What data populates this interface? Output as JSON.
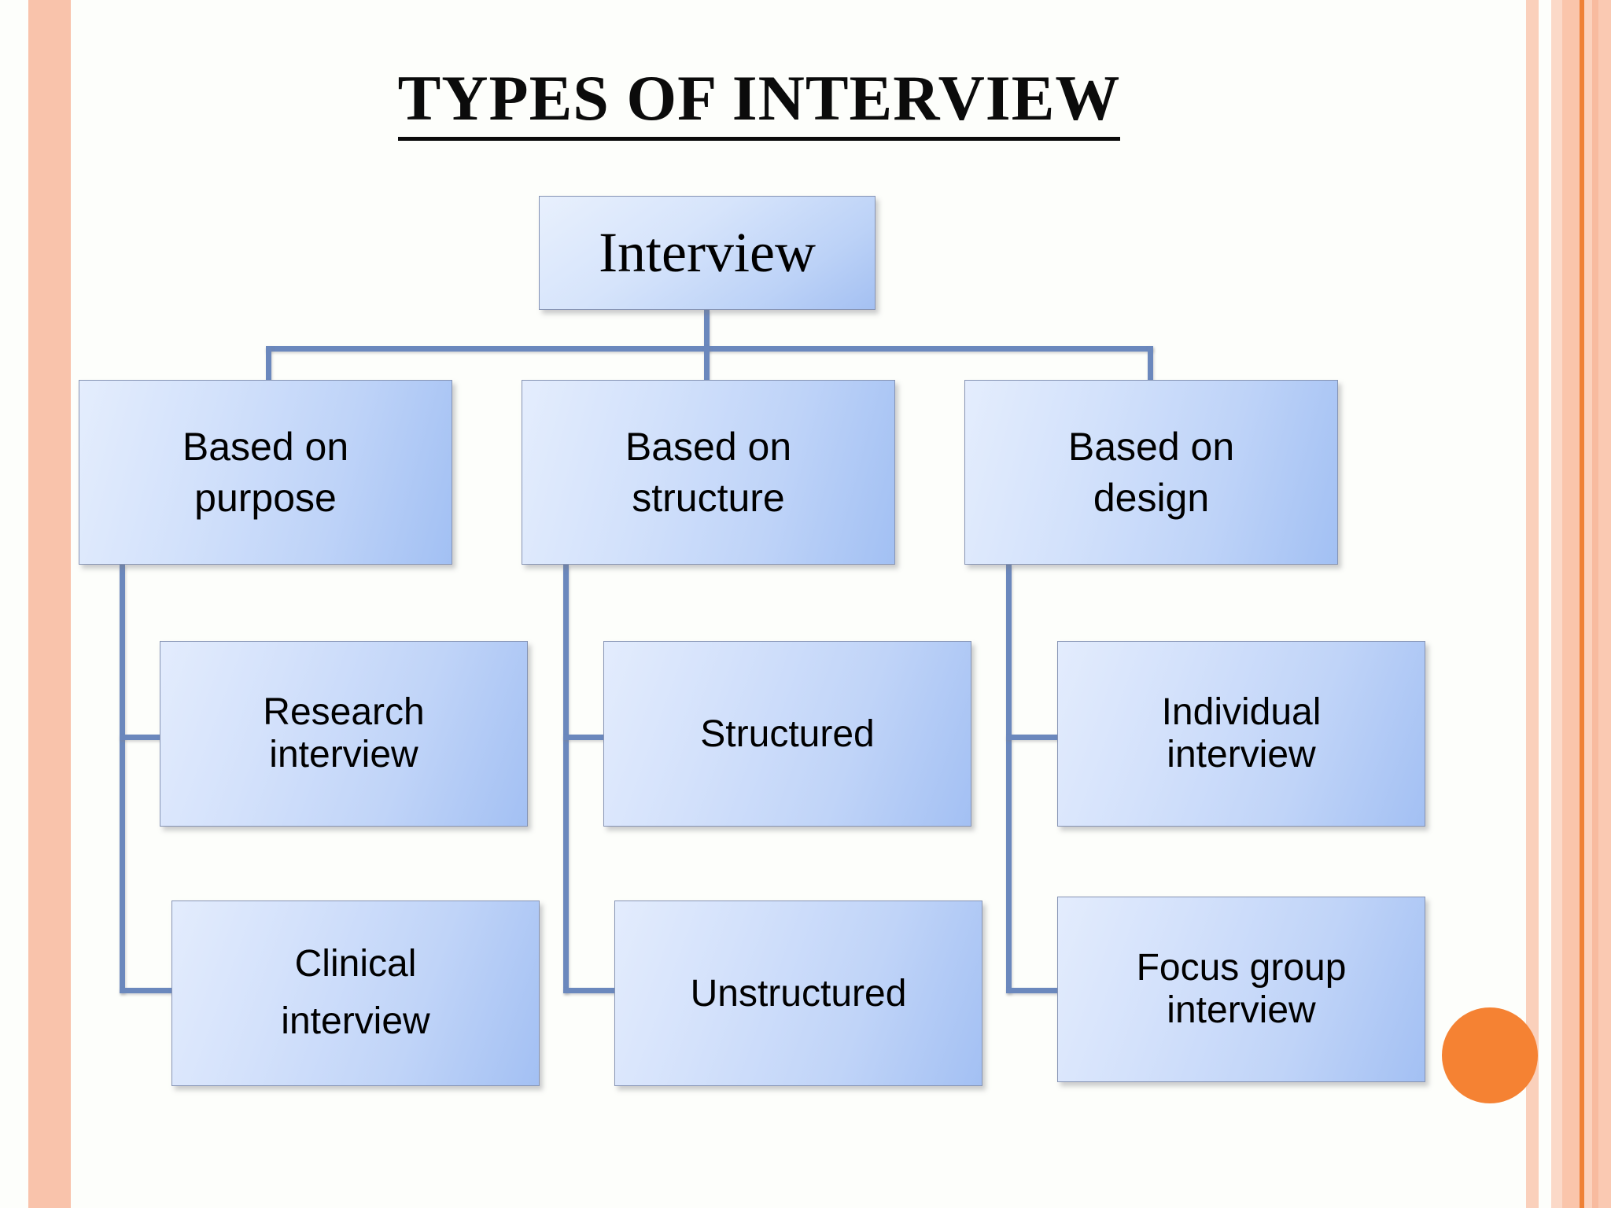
{
  "slide": {
    "title": "TYPES OF INTERVIEW",
    "background_color": "#fdfefb"
  },
  "decor": {
    "left_stripe_color": "#f9c3ab",
    "right_stripe_colors": [
      "#fad0bb",
      "#fbd9c8",
      "#fac5ab",
      "#ef8136",
      "#fbd2bd",
      "#f8bb9f",
      "#fac9b2"
    ],
    "bullet_color": "#f58233"
  },
  "chart_data": {
    "type": "diagram",
    "title": "TYPES OF INTERVIEW",
    "root": "Interview",
    "node_fill_gradient": [
      "#eef3fd",
      "#a2c0f3"
    ],
    "node_border_color": "#8694b4",
    "connector_color": "#6b88bd",
    "branches": [
      {
        "label": "Based on\npurpose",
        "line1": "Based on",
        "line2": "purpose",
        "children": [
          {
            "line1": "Research",
            "line2": "interview"
          },
          {
            "line1": "Clinical",
            "line2": "interview"
          }
        ]
      },
      {
        "label": "Based on\nstructure",
        "line1": "Based on",
        "line2": "structure",
        "children": [
          {
            "line1": "Structured",
            "line2": ""
          },
          {
            "line1": "Unstructured",
            "line2": ""
          }
        ]
      },
      {
        "label": "Based on\ndesign",
        "line1": "Based on",
        "line2": "design",
        "children": [
          {
            "line1": "Individual",
            "line2": "interview"
          },
          {
            "line1": "Focus group",
            "line2": "interview"
          }
        ]
      }
    ]
  }
}
